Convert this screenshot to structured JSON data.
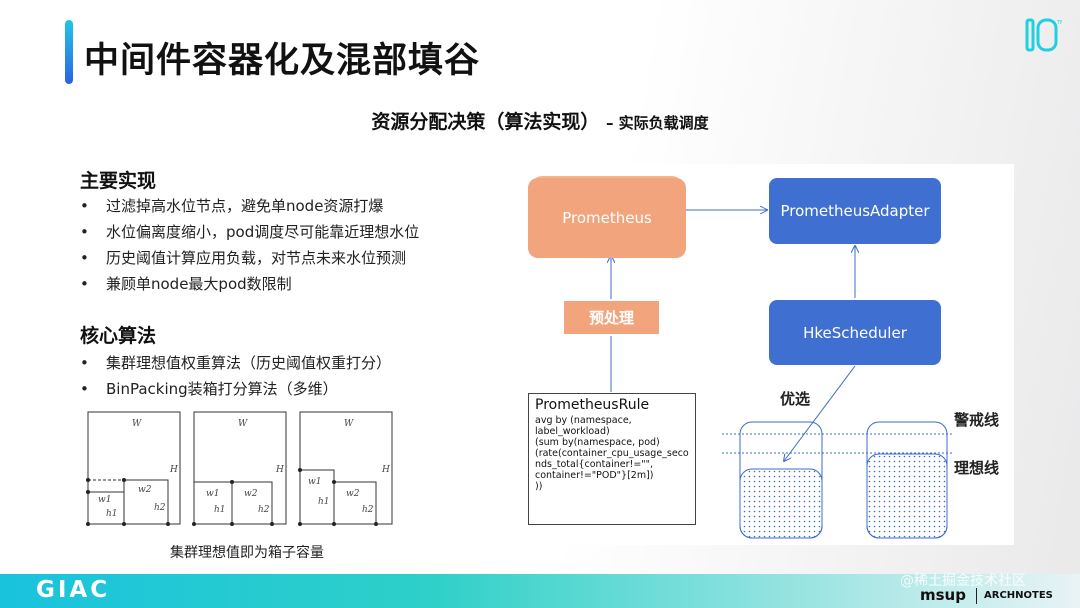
{
  "header": {
    "title": "中间件容器化及混部填谷",
    "logo_text": "10",
    "subtitle_main": "资源分配决策（算法实现）",
    "subtitle_suffix": "– 实际负载调度"
  },
  "section1": {
    "title": "主要实现",
    "items": [
      "过滤掉高水位节点，避免单node资源打爆",
      "水位偏离度缩小，pod调度尽可能靠近理想水位",
      "历史阈值计算应用负载，对节点未来水位预测",
      "兼顾单node最大pod数限制"
    ]
  },
  "section2": {
    "title": "核心算法",
    "items": [
      "集群理想值权重算法（历史阈值权重打分）",
      "BinPacking装箱打分算法（多维）"
    ]
  },
  "bullet_char": "•",
  "binpacking": {
    "caption": "集群理想值即为箱子容量",
    "labels": {
      "W": "W",
      "H": "H",
      "w1": "w1",
      "w2": "w2",
      "h1": "h1",
      "h2": "h2"
    }
  },
  "diagram": {
    "prometheus": "Prometheus",
    "adapter": "PrometheusAdapter",
    "hke": "HkeScheduler",
    "preprocess": "预处理",
    "rule_title": "PrometheusRule",
    "rule_lines": [
      "avg by (namespace,",
      "label_workload)",
      "(sum by(namespace, pod)",
      "(rate(container_cpu_usage_seco",
      "nds_total{container!=\"\",",
      "container!=\"POD\"}[2m])",
      "))"
    ],
    "optimal": "优选",
    "warning_line": "警戒线",
    "ideal_line": "理想线"
  },
  "footer": {
    "brand": "GIAC",
    "watermark": "@稀土掘金技术社区",
    "msup": "msup",
    "archnotes": "ARCHNOTES"
  },
  "colors": {
    "accent_cyan": "#22c7e6",
    "accent_blue": "#2b62e3",
    "orange_node": "#f2a47d",
    "blue_node": "#3f6fd1"
  }
}
